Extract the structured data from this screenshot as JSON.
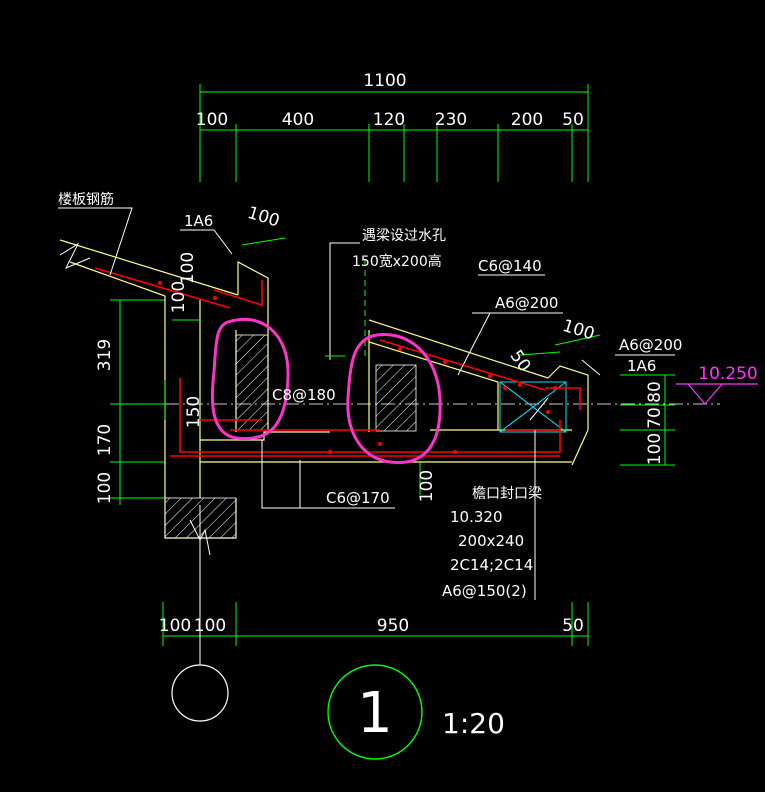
{
  "colors": {
    "background": "#000000",
    "dimension_line": "#00ff00",
    "text": "#ffffff",
    "rebar": "#ff0000",
    "concrete_outline": "#ffff80",
    "leader": "#ffffff",
    "highlight": "#ff33cc",
    "elevation": "#ff33ff",
    "hatch": "#ffffff",
    "beam_outline": "#00e5ff",
    "center_line": "#ffffff"
  },
  "top_dimensions": {
    "overall": "1100",
    "segments": [
      "100",
      "400",
      "120",
      "230",
      "200",
      "50"
    ]
  },
  "bottom_dimensions": {
    "segments": [
      "100",
      "100",
      "950",
      "50"
    ]
  },
  "left_dimensions": {
    "segments": [
      "319",
      "170",
      "100"
    ]
  },
  "right_dimensions": {
    "segments": [
      "80",
      "70",
      "100"
    ]
  },
  "internal_dimensions": {
    "upper_slab_100": "100",
    "wall_100": "100",
    "wall_100b": "100",
    "wall_150": "150",
    "beam_50": "50",
    "beam_top_100": "100",
    "bottom_100": "100"
  },
  "labels": {
    "slab_rebar": "楼板钢筋",
    "rebar_1a6_left": "1A6",
    "hole_title": "遇梁设过水孔",
    "hole_size": "150宽x200高",
    "c6_140": "C6@140",
    "a6_200_mid": "A6@200",
    "a6_200_right": "A6@200",
    "rebar_1a6_right": "1A6",
    "c8_180": "C8@180",
    "c6_170": "C6@170",
    "elevation": "10.250"
  },
  "beam_note": {
    "title": "檐口封口梁",
    "elevation": "10.320",
    "size": "200x240",
    "rebar_main": "2C14;2C14",
    "stirrup": "A6@150(2)"
  },
  "section_marker": {
    "number": "1",
    "scale": "1:20"
  }
}
